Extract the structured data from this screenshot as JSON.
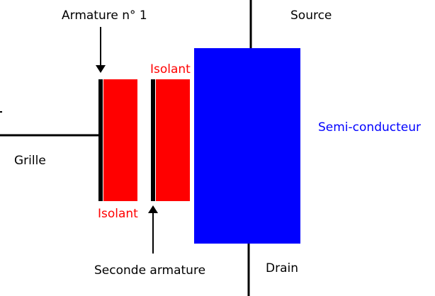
{
  "labels": {
    "armature1": "Armature n° 1",
    "source": "Source",
    "isolant_top": "Isolant",
    "grille": "Grille",
    "semiconducteur": "Semi-conducteur",
    "isolant_bottom": "Isolant",
    "seconde_armature": "Seconde armature",
    "drain": "Drain"
  },
  "colors": {
    "isolant": "#ff0000",
    "semiconducteur": "#0000ff",
    "armature": "#000000",
    "wire": "#000000"
  }
}
